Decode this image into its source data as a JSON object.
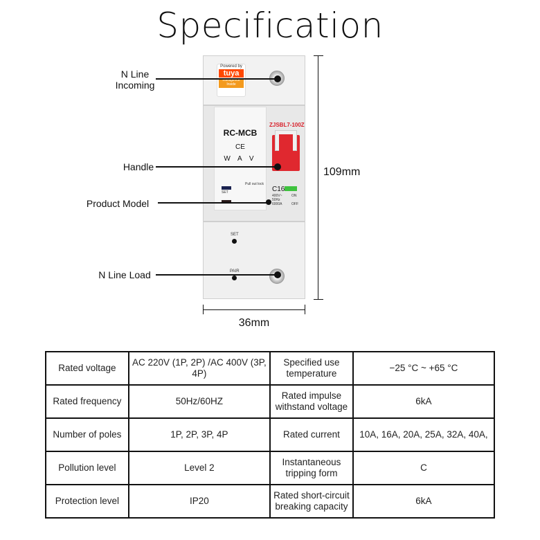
{
  "title": "Specification",
  "callouts": {
    "n_line_incoming": "N Line\nIncoming",
    "handle": "Handle",
    "product_model": "Product Model",
    "n_line_load": "N Line Load"
  },
  "dimensions": {
    "height": "109mm",
    "width": "36mm"
  },
  "device": {
    "badge_powered": "Powered by",
    "badge_brand": "tuya",
    "badge_sub": "Intelligence Inside",
    "type": "RC-MCB",
    "ce": "CE",
    "model": "ZJSBL7-100Z",
    "icons": "W A V",
    "pull_text": "Pull out lock",
    "rating": "C16",
    "specs": "400V~ 50Hz 6000A",
    "on": "ON",
    "off": "OFF",
    "set": "SET",
    "pair": "PAIR"
  },
  "table": {
    "rows": [
      [
        "Rated voltage",
        "AC 220V (1P, 2P) /AC 400V (3P, 4P)",
        "Specified use temperature",
        "−25 °C ~ +65 °C"
      ],
      [
        "Rated frequency",
        "50Hz/60HZ",
        "Rated impulse withstand voltage",
        "6kA"
      ],
      [
        "Number of poles",
        "1P, 2P, 3P, 4P",
        "Rated current",
        "10A, 16A, 20A, 25A, 32A, 40A,"
      ],
      [
        "Pollution level",
        "Level 2",
        "Instantaneous tripping form",
        "C"
      ],
      [
        "Protection level",
        "IP20",
        "Rated short-circuit breaking capacity",
        "6kA"
      ]
    ]
  }
}
